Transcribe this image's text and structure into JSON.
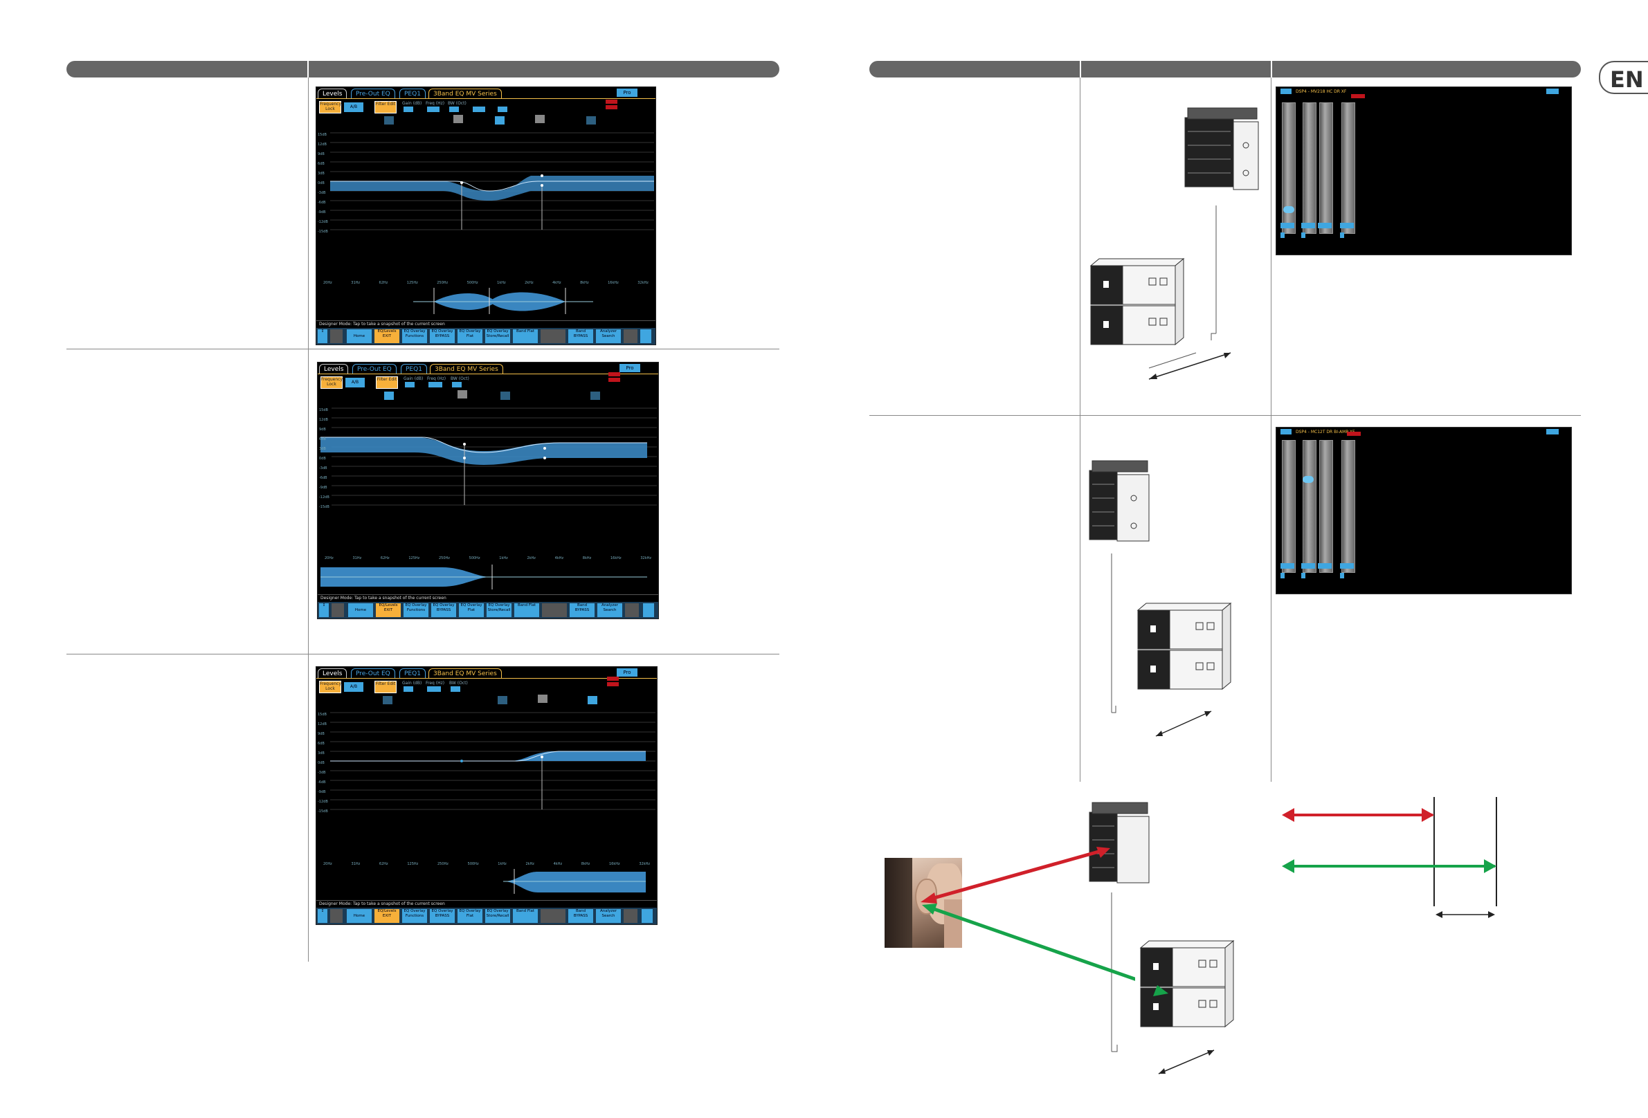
{
  "badge": {
    "language": "EN"
  },
  "eq_panel": {
    "tabs": [
      "Levels",
      "Pre-Out EQ",
      "PEQ1",
      "3Band EQ MV Series"
    ],
    "pro_label": "Pro",
    "frequency_lock": "Frequency Lock",
    "ab_label": "A/B",
    "filter_edit": "Filter Edit",
    "gain_label": "Gain (dB)",
    "freq_label": "Freq (Hz)",
    "bw_label": "BW (Oct)",
    "status": "Designer Mode: Tap to take a snapshot of the current screen",
    "db_ticks": [
      "15dB",
      "12dB",
      "9dB",
      "6dB",
      "3dB",
      "0dB",
      "-3dB",
      "-6dB",
      "-9dB",
      "-12dB",
      "-15dB"
    ],
    "freq_ticks": [
      "20Hz",
      "31Hz",
      "62Hz",
      "125Hz",
      "250Hz",
      "500Hz",
      "1kHz",
      "2kHz",
      "4kHz",
      "8kHz",
      "16kHz",
      "32kHz"
    ],
    "bottom_buttons": [
      "Home",
      "EQ/Levels EXIT",
      "EQ Overlay Functions",
      "EQ Overlay BYPASS",
      "EQ Overlay Flat",
      "EQ Overlay Store/Recall",
      "Band Flat",
      "Band BYPASS",
      "Analyzer Search"
    ]
  },
  "processor_1": {
    "title": "DSP4 - MV218 HC DR XF"
  },
  "processor_2": {
    "title": "DSP4 - MC12T DR BI-AMP XF"
  }
}
